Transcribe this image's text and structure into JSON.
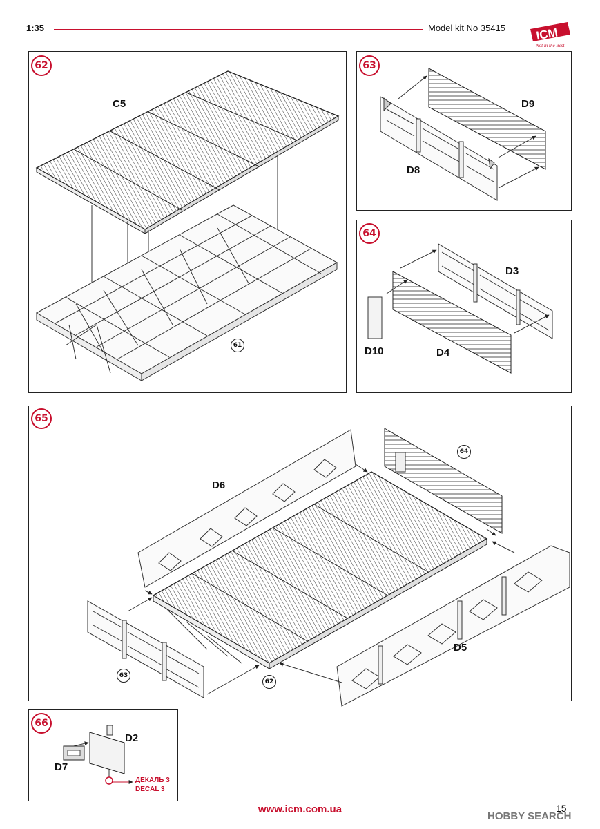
{
  "header": {
    "scale": "1:35",
    "kit": "Model kit No 35415",
    "brand": "ICM",
    "tagline": "Not in the Best"
  },
  "steps": {
    "s62": {
      "number": "62",
      "labels": {
        "c5": "C5"
      },
      "ref": "61"
    },
    "s63": {
      "number": "63",
      "labels": {
        "d9": "D9",
        "d8": "D8"
      }
    },
    "s64": {
      "number": "64",
      "labels": {
        "d3": "D3",
        "d10": "D10",
        "d4": "D4"
      }
    },
    "s65": {
      "number": "65",
      "labels": {
        "d6": "D6",
        "d5": "D5"
      },
      "refs": {
        "r64": "64",
        "r63": "63",
        "r62": "62"
      }
    },
    "s66": {
      "number": "66",
      "labels": {
        "d2": "D2",
        "d7": "D7"
      },
      "decal_ru": "ДЕКАЛЬ 3",
      "decal_en": "DECAL 3"
    }
  },
  "footer": {
    "url": "www.icm.com.ua",
    "page": "15",
    "watermark": "HOBBY SEARCH"
  },
  "colors": {
    "accent": "#c8102e",
    "line": "#222222"
  }
}
